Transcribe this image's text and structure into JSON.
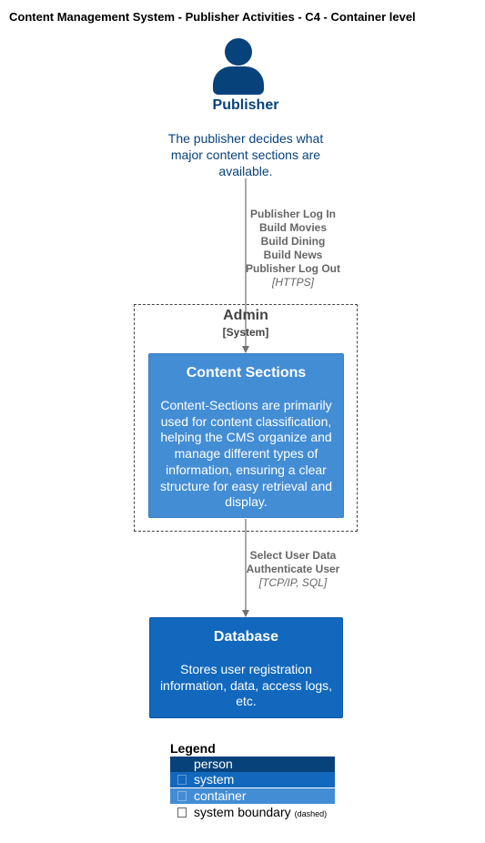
{
  "title": "Content Management System - Publisher Activities - C4 - Container level",
  "person": {
    "name": "Publisher",
    "description": "The publisher decides what major content sections are available.",
    "icon": "person-icon",
    "color": "#08427b"
  },
  "relationships": [
    {
      "from": "Publisher",
      "to": "Content Sections",
      "label": "Publisher Log In\nBuild Movies\nBuild Dining\nBuild News\nPublisher Log Out",
      "technology": "[HTTPS]"
    },
    {
      "from": "Content Sections",
      "to": "Database",
      "label": "Select User Data\nAuthenticate User",
      "technology": "[TCP/IP, SQL]"
    }
  ],
  "boundary": {
    "name": "Admin",
    "type": "[System]"
  },
  "container": {
    "name": "Content Sections",
    "description": "Content-Sections are primarily used for content classification, helping the CMS organize and manage different types of information, ensuring a clear structure for easy retrieval and display.",
    "color": "#438dd5"
  },
  "database": {
    "name": "Database",
    "description": "Stores user registration information, data, access logs, etc.",
    "color": "#1168bd"
  },
  "legend": {
    "title": "Legend",
    "items": [
      {
        "label": "person",
        "color": "#08427b"
      },
      {
        "label": "system",
        "color": "#1168bd"
      },
      {
        "label": "container",
        "color": "#438dd5"
      },
      {
        "label": "system boundary",
        "note": "(dashed)",
        "color": "#ffffff"
      }
    ]
  }
}
